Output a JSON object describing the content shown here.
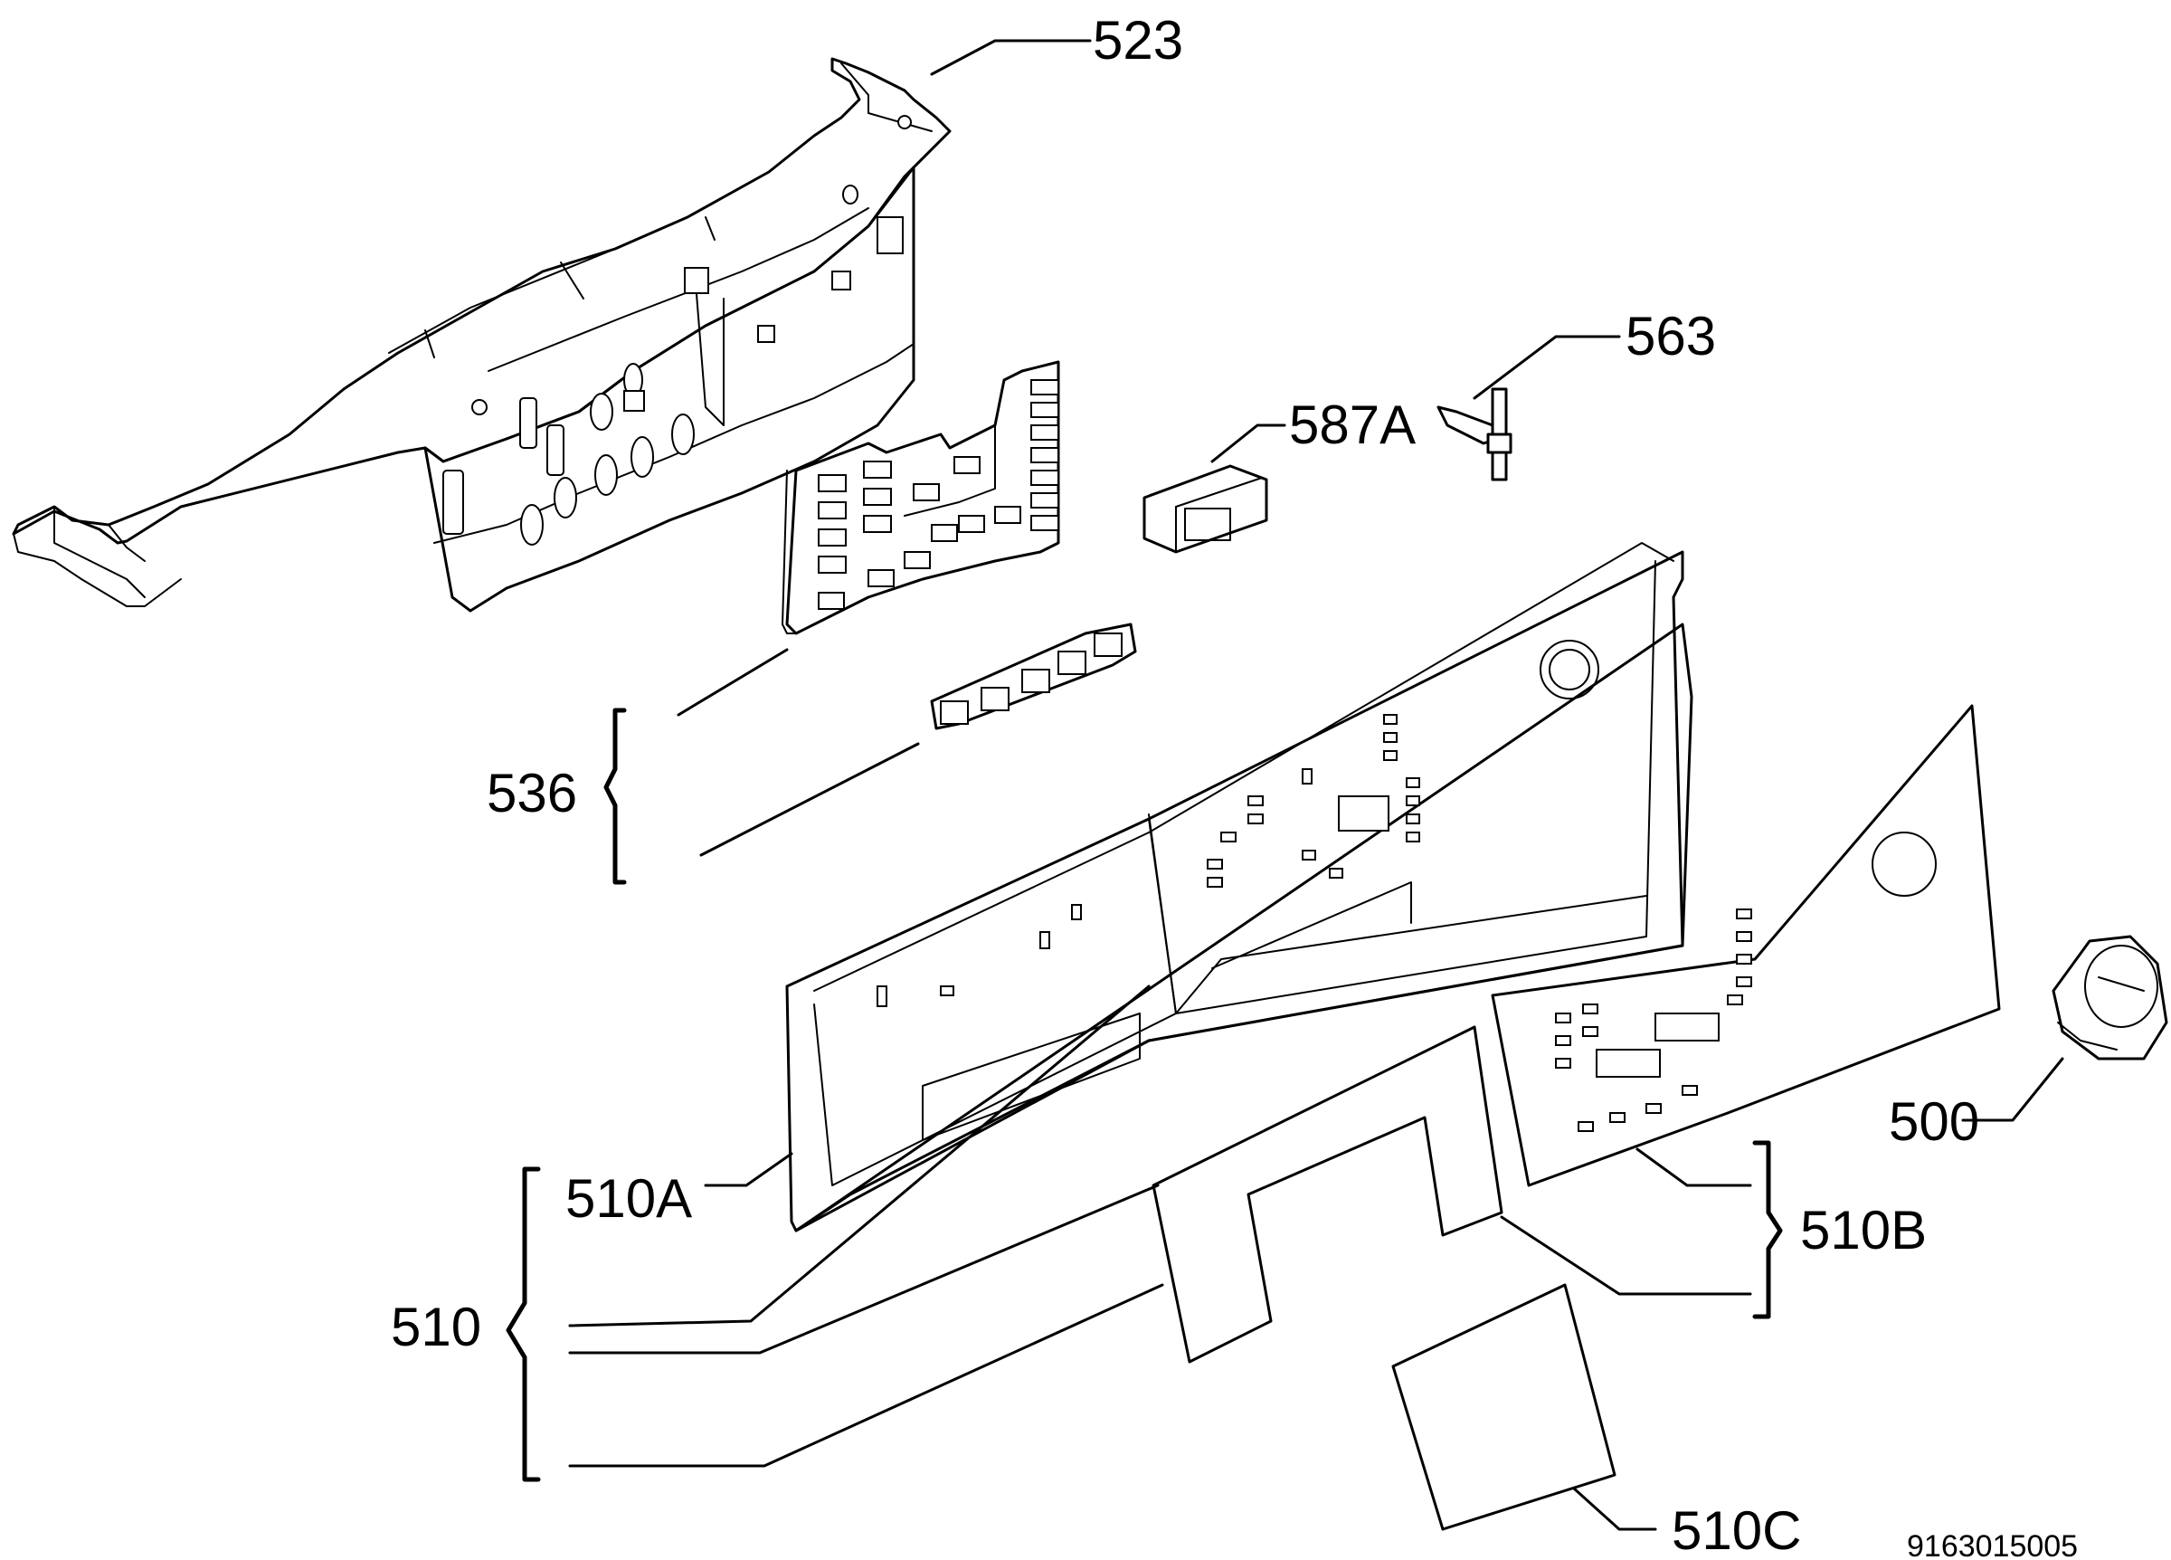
{
  "diagram": {
    "part_labels": {
      "p523": "523",
      "p563": "563",
      "p587a": "587A",
      "p536": "536",
      "p510a": "510A",
      "p510": "510",
      "p500": "500",
      "p510b": "510B",
      "p510c": "510C"
    },
    "document_number": "9163015005"
  }
}
